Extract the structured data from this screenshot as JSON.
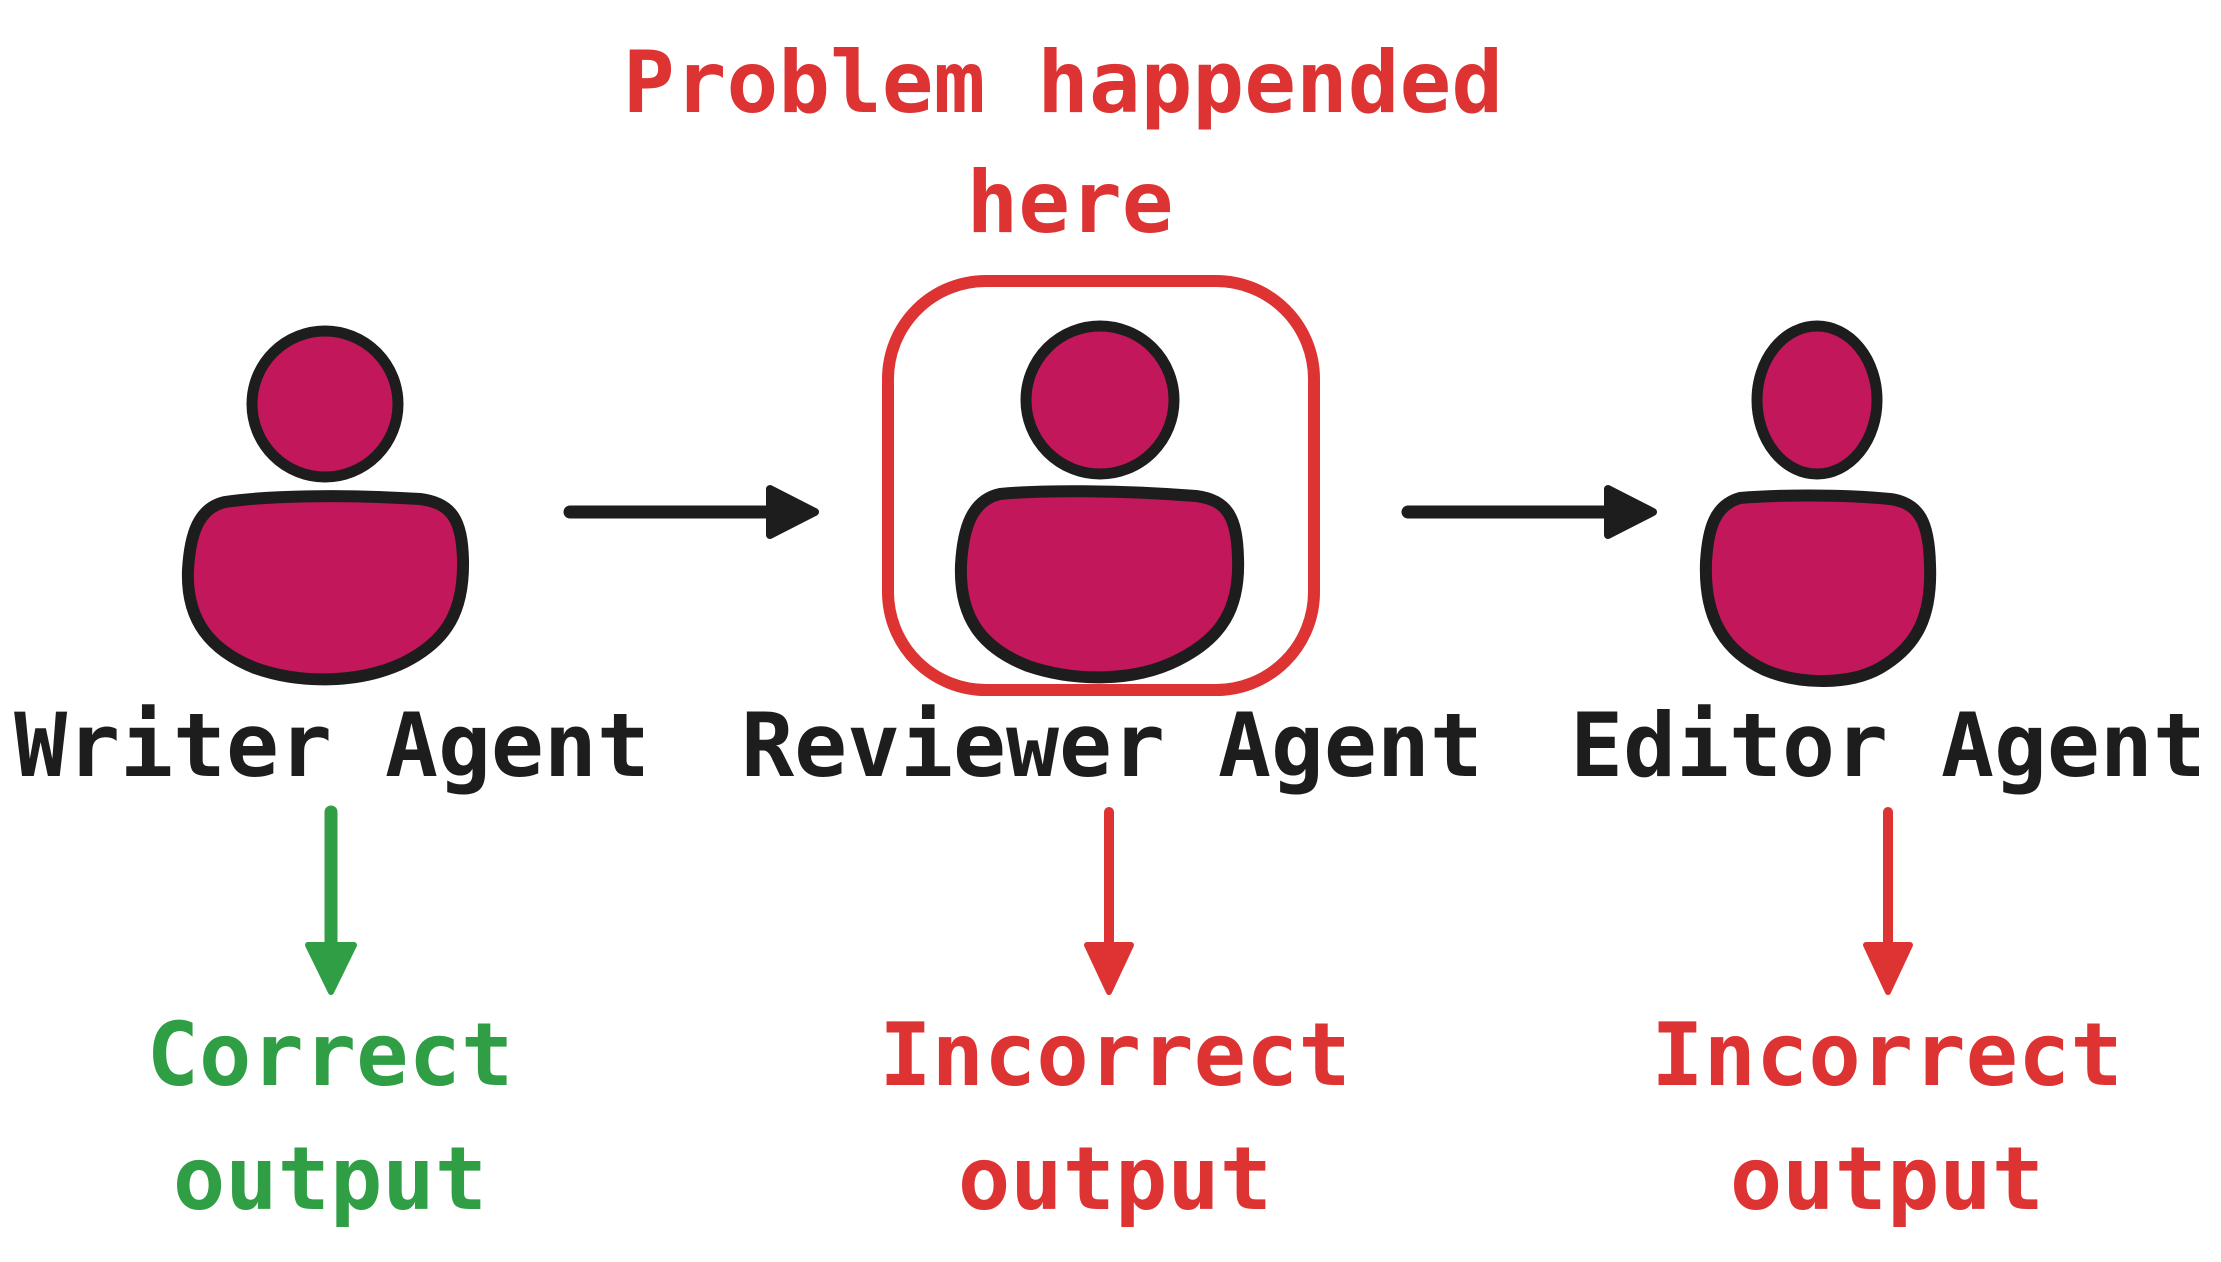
{
  "title": {
    "line1": "Problem happended",
    "line2": "here"
  },
  "agents": [
    {
      "label": "Writer Agent",
      "status": "correct",
      "highlighted": false,
      "output_line1": "Correct",
      "output_line2": "output"
    },
    {
      "label": "Reviewer Agent",
      "status": "incorrect",
      "highlighted": true,
      "output_line1": "Incorrect",
      "output_line2": "output"
    },
    {
      "label": "Editor Agent",
      "status": "incorrect",
      "highlighted": false,
      "output_line1": "Incorrect",
      "output_line2": "output"
    }
  ],
  "icons": [
    "person-icon",
    "person-icon",
    "person-icon"
  ],
  "colors": {
    "accent_red": "#DD3333",
    "correct_green": "#2F9E44",
    "agent_fill": "#C2185B",
    "ink": "#1D1D1D"
  }
}
